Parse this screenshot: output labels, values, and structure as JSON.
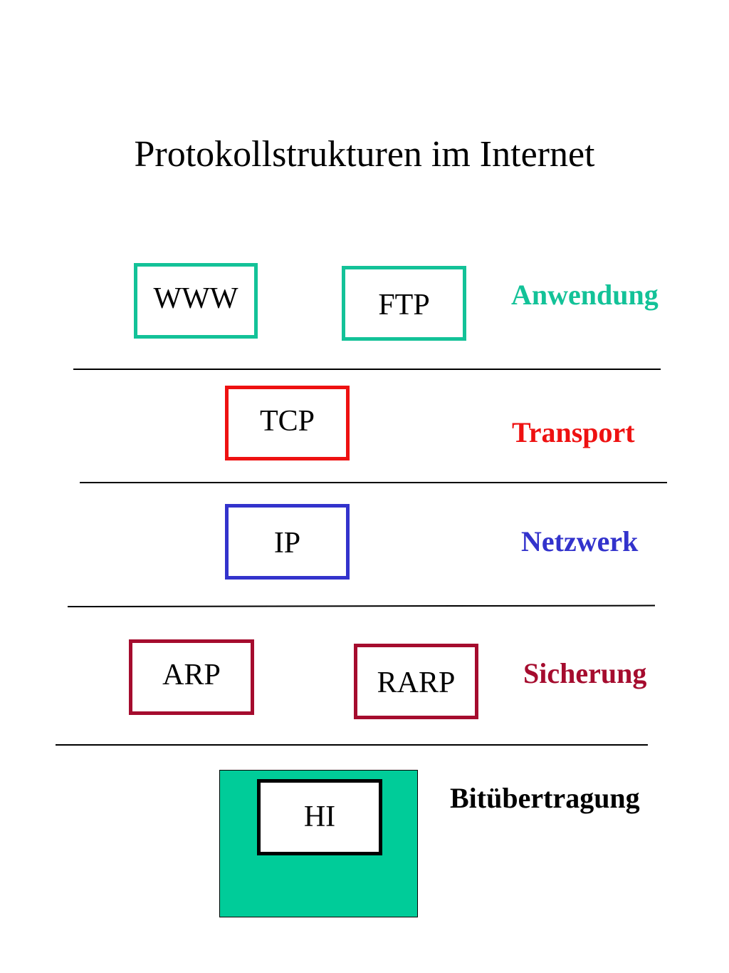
{
  "title": "Protokollstrukturen im Internet",
  "layers": {
    "anwendung": {
      "label": "Anwendung",
      "color": "#13c298",
      "protocols": [
        "WWW",
        "FTP"
      ]
    },
    "transport": {
      "label": "Transport",
      "color": "#ee1111",
      "protocols": [
        "TCP"
      ]
    },
    "netzwerk": {
      "label": "Netzwerk",
      "color": "#3333cc",
      "protocols": [
        "IP"
      ]
    },
    "sicherung": {
      "label": "Sicherung",
      "color": "#a50c2e",
      "protocols": [
        "ARP",
        "RARP"
      ]
    },
    "bituebertragung": {
      "label": "Bitübertragung",
      "color": "#000000",
      "fill": "#00cc99",
      "protocols": [
        "HI"
      ]
    }
  }
}
